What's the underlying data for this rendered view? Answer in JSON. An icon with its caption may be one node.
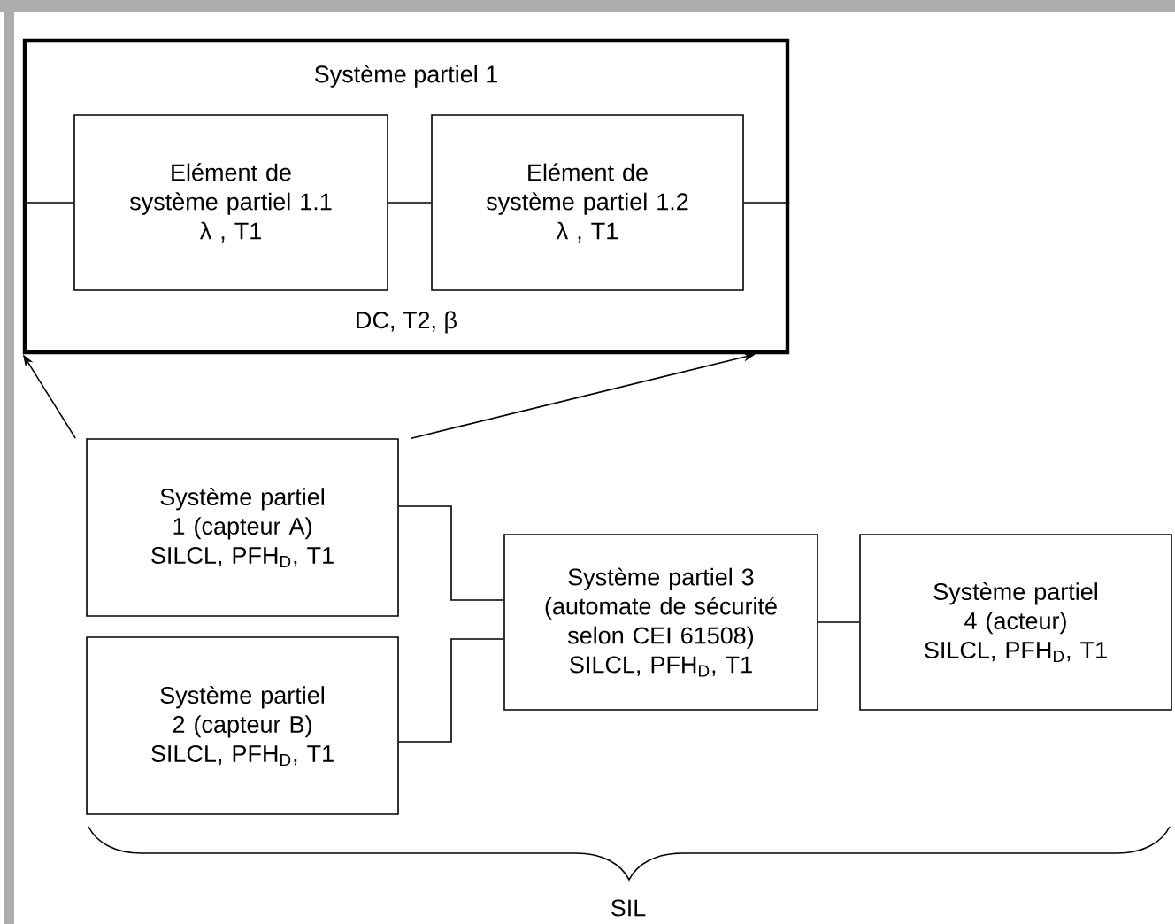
{
  "diagram": {
    "nodes": [
      {
        "text": [
          "Système partiel 1",
          "DC, T2, β"
        ]
      },
      {
        "text": [
          "Elément de système partiel 1.1",
          "λ , T1"
        ],
        "in": 0
      },
      {
        "text": [
          "Elément de système partiel 1.2",
          "λ , T1"
        ],
        "in": 0
      },
      {
        "text": [
          "Système partiel 1 (capteur A)",
          "SILCL, PFH$_{D}$, T1"
        ]
      },
      {
        "text": [
          "Système partiel 2 (capteur B)",
          "SILCL, PFH$_{D}$, T1"
        ]
      },
      {
        "text": [
          "Système partiel 3 (automate de sécurité selon CEI 61508)",
          "SILCL, PFH$_{D}$, T1"
        ]
      },
      {
        "text": [
          "Système partiel 4 (acteur)",
          "SILCL, PFH$_{D}$, T1"
        ]
      }
    ],
    "edges": [
      {
        "from": 0,
        "to": 1,
        "arrow": "none"
      },
      {
        "from": 1,
        "to": 2,
        "arrow": "none"
      },
      {
        "from": 2,
        "to": 0,
        "arrow": "none"
      },
      {
        "from": 3,
        "to": 0,
        "arrow": "to"
      },
      {
        "from": 3,
        "to": 0,
        "arrow": "to"
      },
      {
        "from": 3,
        "to": 5,
        "arrow": "none"
      },
      {
        "from": 4,
        "to": 5,
        "arrow": "none"
      },
      {
        "from": 5,
        "to": 6,
        "arrow": "none"
      }
    ],
    "labels": [
      "SIL"
    ]
  }
}
